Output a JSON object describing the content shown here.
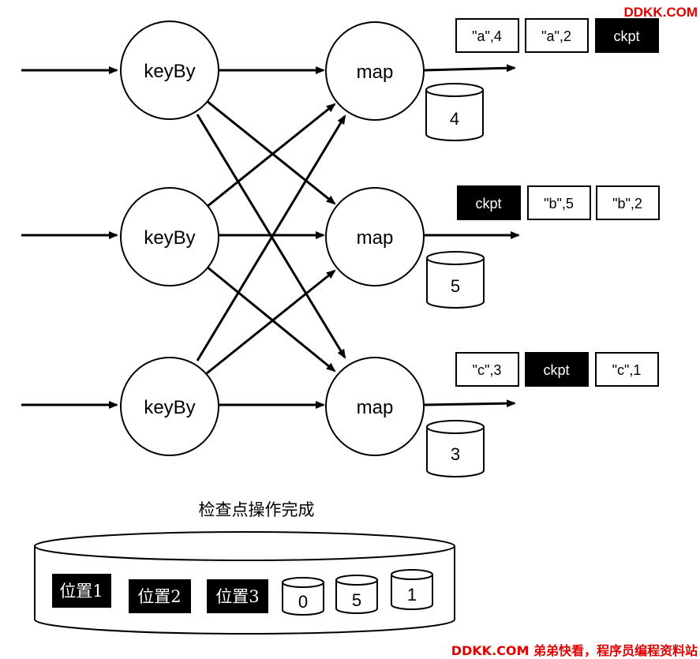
{
  "watermark_top": "DDKK.COM",
  "watermark_bottom": "DDKK.COM 弟弟快看，程序员编程资料站",
  "operators": {
    "keyby_label": "keyBy",
    "map_label": "map"
  },
  "streams": [
    {
      "state": "4",
      "records": [
        {
          "text": "\"a\",4",
          "type": "record"
        },
        {
          "text": "\"a\",2",
          "type": "record"
        },
        {
          "text": "ckpt",
          "type": "barrier"
        }
      ]
    },
    {
      "state": "5",
      "records": [
        {
          "text": "ckpt",
          "type": "barrier"
        },
        {
          "text": "\"b\",5",
          "type": "record"
        },
        {
          "text": "\"b\",2",
          "type": "record"
        }
      ]
    },
    {
      "state": "3",
      "records": [
        {
          "text": "\"c\",3",
          "type": "record"
        },
        {
          "text": "ckpt",
          "type": "barrier"
        },
        {
          "text": "\"c\",1",
          "type": "record"
        }
      ]
    }
  ],
  "checkpoint": {
    "caption": "检查点操作完成",
    "positions": [
      "位置1",
      "位置2",
      "位置3"
    ],
    "states": [
      "0",
      "5",
      "1"
    ]
  },
  "colors": {
    "barrier": "#000000",
    "record": "#ffffff",
    "watermark": "#e00000"
  }
}
